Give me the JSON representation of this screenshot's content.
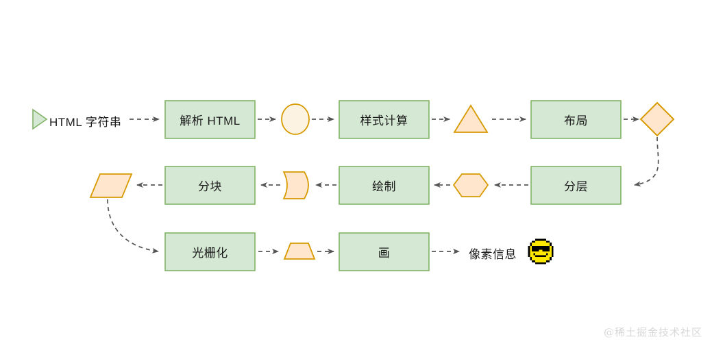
{
  "diagram": {
    "title": "browser-rendering-pipeline",
    "background": "#ffffff",
    "colors": {
      "process_fill": "#d5e8d4",
      "process_stroke": "#82b366",
      "accent_fill": "#ffe6cc",
      "accent_stroke": "#d79b00",
      "arrow": "#555555",
      "text": "#1a1a1a",
      "watermark": "#d8d8d8"
    },
    "rows": [
      {
        "name": "row-1",
        "nodes": [
          {
            "id": "html-string",
            "label": "HTML  字符串",
            "shape": "start-marker-text"
          },
          {
            "id": "parse-html",
            "label": "解析 HTML",
            "shape": "rectangle"
          },
          {
            "id": "dom-tree",
            "label": "",
            "shape": "circle"
          },
          {
            "id": "style-calc",
            "label": "样式计算",
            "shape": "rectangle"
          },
          {
            "id": "style-result",
            "label": "",
            "shape": "triangle"
          },
          {
            "id": "layout",
            "label": "布局",
            "shape": "rectangle"
          },
          {
            "id": "layout-result",
            "label": "",
            "shape": "diamond"
          }
        ]
      },
      {
        "name": "row-2",
        "nodes": [
          {
            "id": "tiles-result",
            "label": "",
            "shape": "parallelogram"
          },
          {
            "id": "tiling",
            "label": "分块",
            "shape": "rectangle"
          },
          {
            "id": "paint-result",
            "label": "",
            "shape": "tape"
          },
          {
            "id": "painting",
            "label": "绘制",
            "shape": "rectangle"
          },
          {
            "id": "layer-result",
            "label": "",
            "shape": "hexagon"
          },
          {
            "id": "layering",
            "label": "分层",
            "shape": "rectangle"
          }
        ]
      },
      {
        "name": "row-3",
        "nodes": [
          {
            "id": "rasterize",
            "label": "光栅化",
            "shape": "rectangle"
          },
          {
            "id": "bitmap-result",
            "label": "",
            "shape": "trapezoid"
          },
          {
            "id": "draw",
            "label": "画",
            "shape": "rectangle"
          },
          {
            "id": "pixel-info",
            "label": "像素信息",
            "shape": "text"
          },
          {
            "id": "cool-face",
            "label": "😎",
            "shape": "emoji",
            "icon": "cool-face-emoji"
          }
        ]
      }
    ],
    "connectors": [
      {
        "from": "html-string",
        "to": "parse-html",
        "style": "dashed-arrow"
      },
      {
        "from": "parse-html",
        "to": "dom-tree",
        "style": "dashed-arrow"
      },
      {
        "from": "dom-tree",
        "to": "style-calc",
        "style": "dashed-arrow"
      },
      {
        "from": "style-calc",
        "to": "style-result",
        "style": "dashed-arrow"
      },
      {
        "from": "style-result",
        "to": "layout",
        "style": "dashed-arrow"
      },
      {
        "from": "layout",
        "to": "layout-result",
        "style": "dashed-arrow"
      },
      {
        "from": "layout-result",
        "to": "layering",
        "style": "dashed-curve-arrow"
      },
      {
        "from": "layering",
        "to": "layer-result",
        "style": "dashed-arrow"
      },
      {
        "from": "layer-result",
        "to": "painting",
        "style": "dashed-arrow"
      },
      {
        "from": "painting",
        "to": "paint-result",
        "style": "dashed-arrow"
      },
      {
        "from": "paint-result",
        "to": "tiling",
        "style": "dashed-arrow"
      },
      {
        "from": "tiling",
        "to": "tiles-result",
        "style": "dashed-arrow"
      },
      {
        "from": "tiles-result",
        "to": "rasterize",
        "style": "dashed-curve-arrow"
      },
      {
        "from": "rasterize",
        "to": "bitmap-result",
        "style": "dashed-arrow"
      },
      {
        "from": "bitmap-result",
        "to": "draw",
        "style": "dashed-arrow"
      },
      {
        "from": "draw",
        "to": "pixel-info",
        "style": "dashed-arrow"
      }
    ]
  },
  "watermark": {
    "text": "@稀土掘金技术社区"
  }
}
